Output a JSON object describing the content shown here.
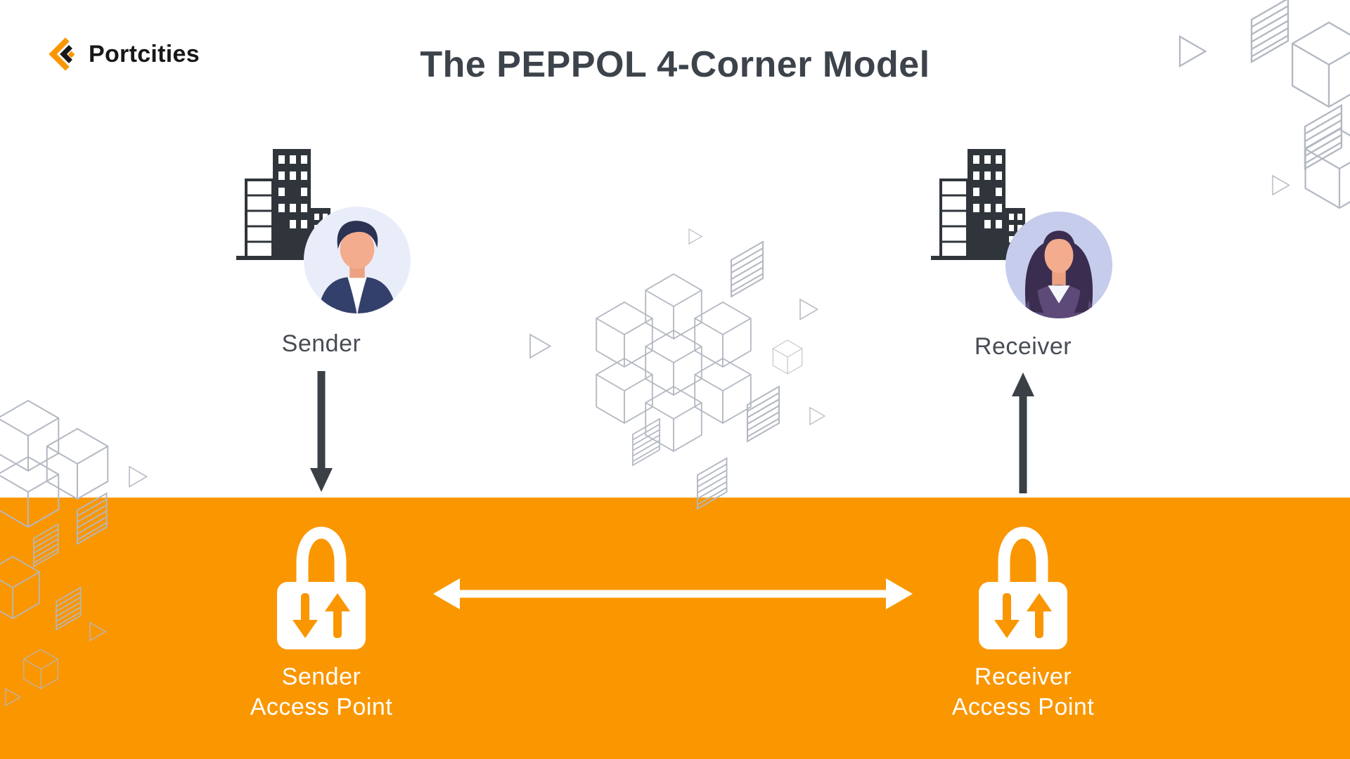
{
  "colors": {
    "orange": "#FA9600",
    "ink": "#3D434B",
    "arrow": "#3A4046",
    "pattern": "#B3B8C2",
    "logo-ink": "#17181A"
  },
  "header": {
    "logo_text": "Portcities",
    "title": "The PEPPOL 4-Corner Model"
  },
  "parties": {
    "sender": {
      "label": "Sender"
    },
    "receiver": {
      "label": "Receiver"
    }
  },
  "access_points": {
    "sender": {
      "line1": "Sender",
      "line2": "Access Point"
    },
    "receiver": {
      "line1": "Receiver",
      "line2": "Access Point"
    }
  }
}
